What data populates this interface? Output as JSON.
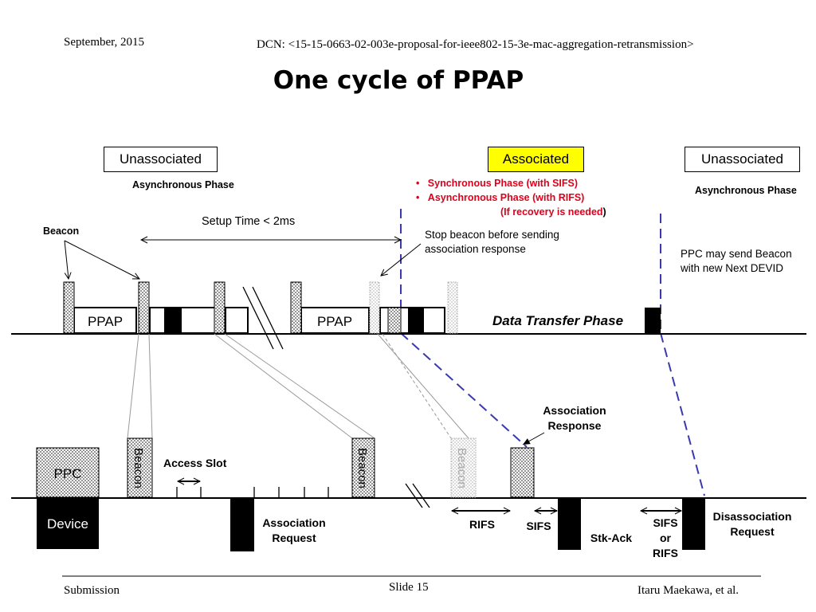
{
  "header": {
    "date": "September, 2015",
    "dcn": "DCN: <15-15-0663-02-003e-proposal-for-ieee802-15-3e-mac-aggregation-retransmission>"
  },
  "title": "One cycle of PPAP",
  "states": {
    "unassociated_left": "Unassociated",
    "associated": "Associated",
    "unassociated_right": "Unassociated"
  },
  "phases": {
    "async_left": "Asynchronous Phase",
    "async_right": "Asynchronous Phase",
    "bullet_1": "Synchronous Phase (with SIFS)",
    "bullet_2": "Asynchronous Phase (with RIFS)",
    "recovery": "(If recovery is needed",
    "recovery_paren": ")"
  },
  "labels": {
    "beacon": "Beacon",
    "setup_time": "Setup Time < 2ms",
    "stop_beacon_1": "Stop beacon before sending",
    "stop_beacon_2": "association response",
    "ppc_may_1": "PPC may send Beacon",
    "ppc_may_2": "with new Next DEVID",
    "ppap_1": "PPAP",
    "ppap_2": "PPAP",
    "data_transfer": "Data Transfer  Phase",
    "assoc_resp_1": "Association",
    "assoc_resp_2": "Response",
    "ppc": "PPC",
    "device": "Device",
    "beacon_v1": "Beacon",
    "beacon_v2": "Beacon",
    "beacon_v3": "Beacon",
    "access_slot": "Access Slot",
    "assoc_req_1": "Association",
    "assoc_req_2": "Request",
    "rifs": "RIFS",
    "sifs": "SIFS",
    "stk_ack": "Stk-Ack",
    "sifs_or_1": "SIFS",
    "sifs_or_2": "or",
    "sifs_or_3": "RIFS",
    "disassoc_1": "Disassociation",
    "disassoc_2": "Request"
  },
  "footer": {
    "left": "Submission",
    "center": "Slide 15",
    "right": "Itaru Maekawa, et al."
  },
  "colors": {
    "associated_fill": "#ffff00",
    "dashed_line": "#3a3aae",
    "bullet_text": "#e0001b"
  }
}
